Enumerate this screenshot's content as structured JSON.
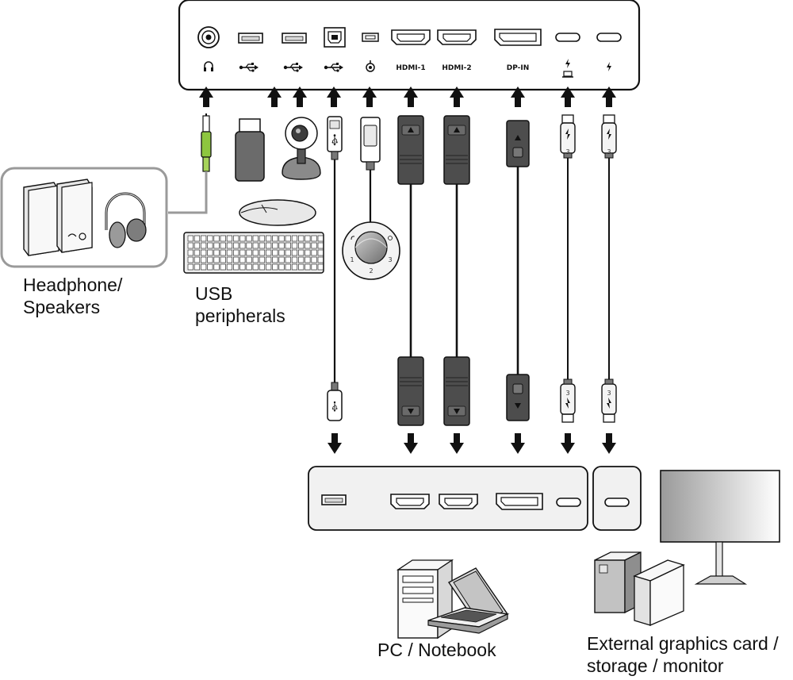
{
  "monitor_ports": {
    "headphone": "headphone",
    "usb_down_1": "usb",
    "usb_down_2": "usb",
    "usb_up": "usb",
    "hotkey_puck": "puck",
    "hdmi_1": "HDMI-1",
    "hdmi_2": "HDMI-2",
    "dp_in": "DP-IN",
    "thunderbolt_1": "thunderbolt",
    "thunderbolt_2": "thunderbolt"
  },
  "labels": {
    "headphone_line1": "Headphone/",
    "headphone_line2": "Speakers",
    "usb_line1": "USB",
    "usb_line2": "peripherals",
    "pc_notebook": "PC / Notebook",
    "external_line1": "External graphics card /",
    "external_line2": "storage / monitor"
  },
  "cable_marks": {
    "thunderbolt_version": "3"
  },
  "puck_buttons": [
    "1",
    "2",
    "3"
  ],
  "icons": [
    "headphone-icon",
    "usb-icon",
    "usb-b-icon",
    "puck-icon",
    "hdmi-icon",
    "displayport-icon",
    "thunderbolt-icon",
    "speakers-icon",
    "headset-icon",
    "usb-stick-icon",
    "webcam-icon",
    "mouse-icon",
    "keyboard-icon",
    "hotkey-puck-icon",
    "pc-tower-icon",
    "notebook-icon",
    "external-drive-icon",
    "monitor-icon"
  ],
  "colors": {
    "panel_fill": "#f1f1f1",
    "outline": "#222222",
    "cable_dark": "#555555",
    "jack_green": "#8dc63f",
    "group_border": "#9a9a9a"
  }
}
